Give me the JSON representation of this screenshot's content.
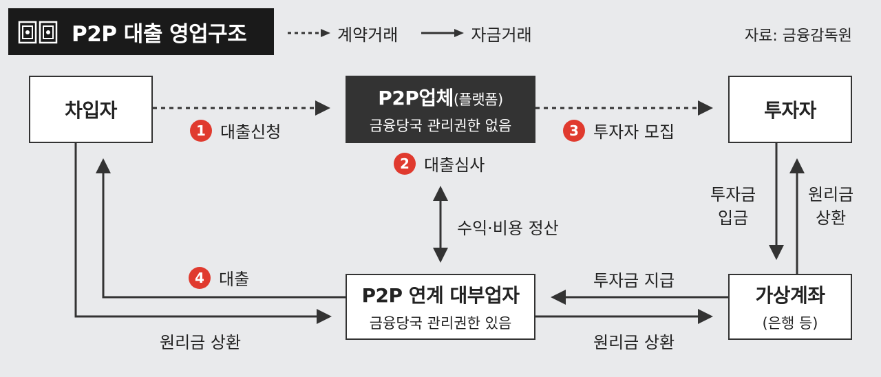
{
  "header": {
    "title": "P2P 대출 영업구조",
    "legend_contract": "계약거래",
    "legend_fund": "자금거래",
    "source": "자료: 금융감독원"
  },
  "nodes": {
    "borrower": {
      "title": "차입자"
    },
    "platform": {
      "title": "P2P업체",
      "title_note": "(플랫폼)",
      "sub": "금융당국 관리권한 없음"
    },
    "investor": {
      "title": "투자자"
    },
    "lender": {
      "title": "P2P 연계 대부업자",
      "sub": "금융당국 관리권한 있음"
    },
    "account": {
      "title": "가상계좌",
      "sub": "(은행 등)"
    }
  },
  "steps": [
    {
      "num": "1",
      "label": "대출신청"
    },
    {
      "num": "2",
      "label": "대출심사"
    },
    {
      "num": "3",
      "label": "투자자 모집"
    },
    {
      "num": "4",
      "label": "대출"
    }
  ],
  "edges": {
    "settlement": "수익·비용 정산",
    "deposit_line1": "투자금",
    "deposit_line2": "입금",
    "repay_line1": "원리금",
    "repay_line2": "상환",
    "invest_pay": "투자금 지급",
    "repay_lender_account": "원리금 상환",
    "repay_borrower_lender": "원리금 상환"
  },
  "colors": {
    "badge": "#e03a2e",
    "dark_box": "#333333",
    "background": "#e9eaec"
  }
}
